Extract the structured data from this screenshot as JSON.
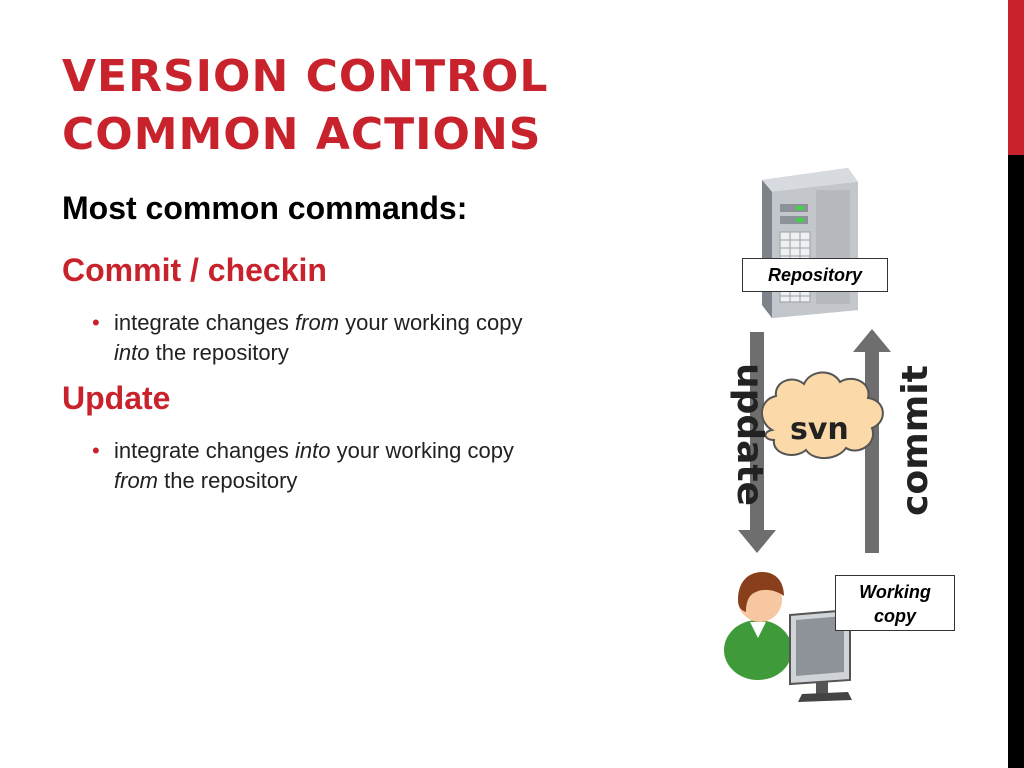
{
  "title": {
    "line1": "VERSION CONTROL",
    "line2": "COMMON ACTIONS"
  },
  "subtitle": "Most common commands:",
  "sections": [
    {
      "heading": "Commit / checkin",
      "bullet": {
        "a": "integrate changes ",
        "b": "from",
        "c": " your working copy",
        "d": "into",
        "e": " the repository"
      }
    },
    {
      "heading": "Update",
      "bullet": {
        "a": "integrate changes ",
        "b": "into",
        "c": " your working copy",
        "d": "from",
        "e": " the repository"
      }
    }
  ],
  "bullet_glyph": "•",
  "diagram": {
    "repository_label": "Repository",
    "working_copy_label_1": "Working",
    "working_copy_label_2": "copy",
    "cloud_label": "svn",
    "update_label": "update",
    "commit_label": "commit"
  },
  "colors": {
    "accent": "#c8232c",
    "sidebar_dark": "#000000",
    "cloud": "#fcd9a8",
    "arrow": "#6e6e6e"
  },
  "icons": [
    "server-icon",
    "user-at-computer-icon",
    "cloud-icon",
    "down-arrow-icon",
    "up-arrow-icon"
  ]
}
